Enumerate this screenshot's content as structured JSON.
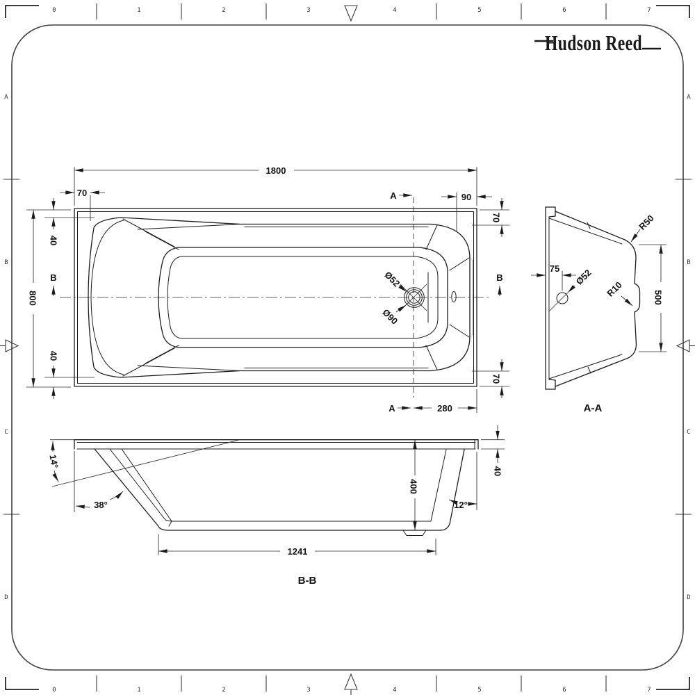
{
  "brand": {
    "name": "Hudson Reed"
  },
  "colors": {
    "background": "#ffffff",
    "ink": "#1b1b1b",
    "frame": "#404040"
  },
  "ruler": {
    "top": [
      "0",
      "1",
      "2",
      "3",
      "4",
      "5",
      "6",
      "7"
    ],
    "bottom": [
      "0",
      "1",
      "2",
      "3",
      "4",
      "5",
      "6",
      "7"
    ],
    "left": [
      "A",
      "B",
      "C",
      "D"
    ],
    "right": [
      "A",
      "B",
      "C",
      "D"
    ]
  },
  "plan": {
    "dim_length": "1800",
    "dim_width": "800",
    "dim_rim_head": "70",
    "dim_overflow_to_end": "90",
    "dim_rim_side_top": "70",
    "dim_rim_side_bottom": "70",
    "dim_head_gap_top": "40",
    "dim_head_gap_bottom": "40",
    "dim_drain_to_end": "280",
    "dim_waste_dia": "Ø52",
    "dim_waste_flange_dia": "Ø90",
    "marker_a_top": "A",
    "marker_a_bottom": "A",
    "marker_b_left": "B",
    "marker_b_right": "B"
  },
  "section_aa": {
    "label": "A-A",
    "dim_corner_radius": "R50",
    "dim_edge_radius": "R10",
    "dim_overflow_offset": "75",
    "dim_overflow_dia": "Ø52",
    "dim_depth": "500"
  },
  "section_bb": {
    "label": "B-B",
    "dim_backrest_slope": "14°",
    "dim_backrest_angle": "38°",
    "dim_foot_angle": "12°",
    "dim_depth": "400",
    "dim_rim_height": "40",
    "dim_base_length": "1241"
  }
}
